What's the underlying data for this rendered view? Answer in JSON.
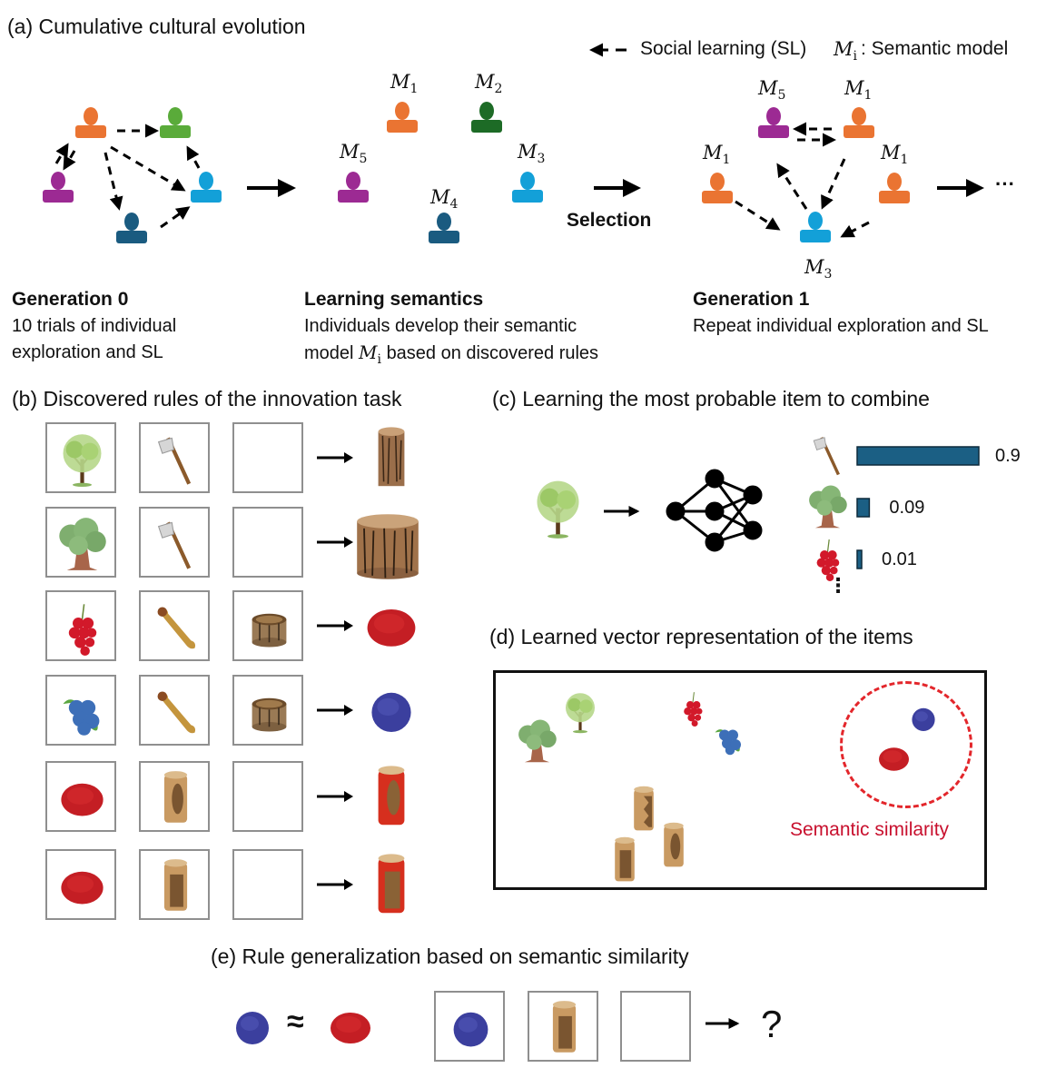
{
  "panel_a": {
    "title": "(a) Cumulative cultural evolution",
    "legend": {
      "arrow_label": "Social learning (SL)",
      "model_symbol": "M",
      "model_sub": "i",
      "model_label": ": Semantic model"
    },
    "selection_label": "Selection",
    "ellipsis": "···",
    "colors": {
      "orange": "#ea7432",
      "green": "#5aab3a",
      "purple": "#9c2a93",
      "cyan": "#13a0d8",
      "darkblue": "#1a5b80",
      "darkgreen": "#1d6b26"
    },
    "models": {
      "m1": {
        "sym": "M",
        "sub": "1"
      },
      "m2": {
        "sym": "M",
        "sub": "2"
      },
      "m3": {
        "sym": "M",
        "sub": "3"
      },
      "m4": {
        "sym": "M",
        "sub": "4"
      },
      "m5": {
        "sym": "M",
        "sub": "5"
      }
    },
    "steps": [
      {
        "heading": "Generation 0",
        "lines": [
          "10 trials of individual",
          "exploration and SL"
        ]
      },
      {
        "heading": "Learning semantics",
        "lines": [
          "Individuals develop their semantic",
          "based on discovered rules"
        ],
        "inline_model": {
          "prefix": "model ",
          "sym": "M",
          "sub": "i"
        }
      },
      {
        "heading": "Generation 1",
        "lines": [
          "Repeat individual exploration and SL"
        ]
      }
    ]
  },
  "panel_b": {
    "title": "(b) Discovered rules of the innovation task",
    "rules": [
      {
        "inputs": [
          "small-tree",
          "stone-axe",
          "empty"
        ],
        "output": "thin-log"
      },
      {
        "inputs": [
          "large-tree",
          "stone-axe",
          "empty"
        ],
        "output": "thick-log"
      },
      {
        "inputs": [
          "red-berries",
          "bone",
          "wooden-bowl"
        ],
        "output": "red-pigment"
      },
      {
        "inputs": [
          "blueberries",
          "bone",
          "wooden-bowl"
        ],
        "output": "blue-pigment"
      },
      {
        "inputs": [
          "red-pigment",
          "wood-cylinder-oval",
          "empty"
        ],
        "output": "red-cylinder-oval"
      },
      {
        "inputs": [
          "red-pigment",
          "wood-cylinder-rect",
          "empty"
        ],
        "output": "red-cylinder-rect"
      }
    ]
  },
  "panel_c": {
    "title": "(c) Learning the most probable item to combine",
    "input_item": "small-tree",
    "chart_data": {
      "type": "bar",
      "orientation": "horizontal",
      "categories": [
        "stone-axe",
        "large-tree",
        "red-berries"
      ],
      "values": [
        0.9,
        0.09,
        0.01
      ],
      "labels": [
        "0.9",
        "0.09",
        "0.01"
      ],
      "bar_color": "#1b5f84",
      "xlim": [
        0,
        0.9
      ],
      "continuation": "⋮"
    }
  },
  "panel_d": {
    "title": "(d) Learned vector representation of the items",
    "cluster_label": "Semantic similarity",
    "cluster_color": "#c8102e",
    "items": [
      "large-tree",
      "small-tree",
      "red-berries",
      "blueberries",
      "blue-pigment",
      "red-pigment",
      "wood-cylinder-zigzag",
      "wood-cylinder-rect",
      "wood-cylinder-oval"
    ]
  },
  "panel_e": {
    "title": "(e) Rule generalization based on semantic similarity",
    "approx_symbol": "≈",
    "question": "?",
    "inputs": [
      "blue-pigment",
      "wood-cylinder-rect",
      "empty"
    ]
  }
}
